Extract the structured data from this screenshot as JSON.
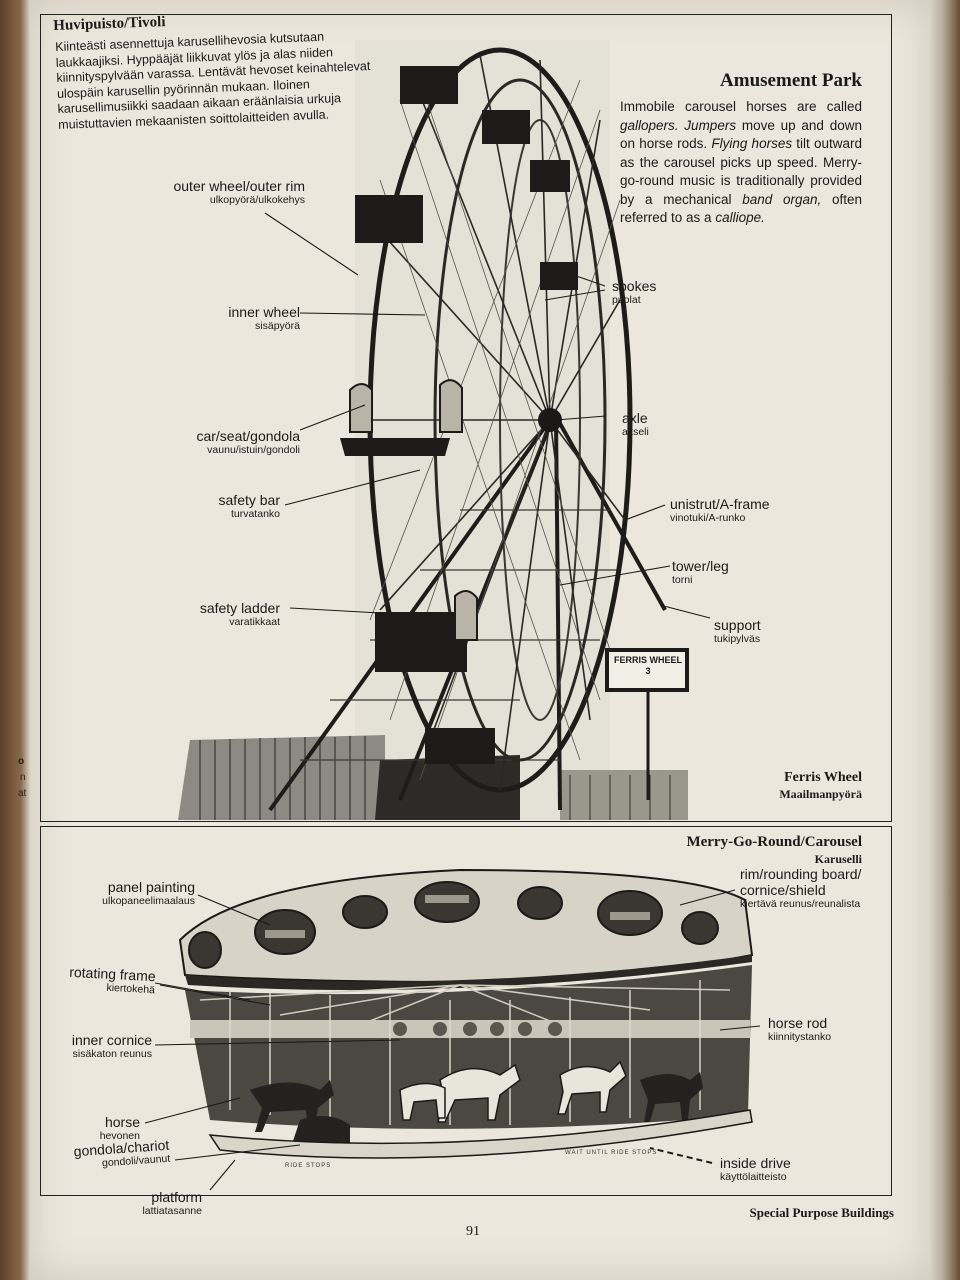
{
  "left_fragments": [
    "o",
    "n",
    "at"
  ],
  "finnish_section": {
    "heading": "Huvipuisto/Tivoli",
    "paragraph": "Kiinteästi asennettuja karusellihevosia kutsutaan laukkaajiksi. Hyppääjät liikkuvat ylös ja alas niiden kiinnityspylvään varassa. Lentävät hevoset keinahtelevat ulospäin karusellin pyörinnän mukaan. Iloinen karusellimusiikki saadaan aikaan eräänlaisia urkuja muistuttavien mekaanisten soittolaitteiden avulla."
  },
  "english_section": {
    "heading": "Amusement Park",
    "paragraph_parts": [
      {
        "text": "Immobile carousel horses are called ",
        "italic": false
      },
      {
        "text": "gallopers. Jumpers",
        "italic": true
      },
      {
        "text": " move up and down on horse rods. ",
        "italic": false
      },
      {
        "text": "Flying horses",
        "italic": true
      },
      {
        "text": " tilt outward as the carousel picks up speed. Merry-go-round music is traditionally provided by a mechanical ",
        "italic": false
      },
      {
        "text": "band organ,",
        "italic": true
      },
      {
        "text": " often referred to as a ",
        "italic": false
      },
      {
        "text": "calliope.",
        "italic": true
      }
    ]
  },
  "ferris_labels": [
    {
      "en": "outer wheel/outer rim",
      "fi": "ulkopyörä/ulkokehys"
    },
    {
      "en": "inner wheel",
      "fi": "sisäpyörä"
    },
    {
      "en": "car/seat/gondola",
      "fi": "vaunu/istuin/gondoli"
    },
    {
      "en": "safety bar",
      "fi": "turvatanko"
    },
    {
      "en": "safety ladder",
      "fi": "varatikkaat"
    },
    {
      "en": "spokes",
      "fi": "puolat"
    },
    {
      "en": "axle",
      "fi": "akseli"
    },
    {
      "en": "unistrut/A-frame",
      "fi": "vinotuki/A-runko"
    },
    {
      "en": "tower/leg",
      "fi": "torni"
    },
    {
      "en": "support",
      "fi": "tukipylväs"
    }
  ],
  "ferris_sign": {
    "line1": "FERRIS WHEEL",
    "line2": "3"
  },
  "ferris_caption": {
    "en": "Ferris Wheel",
    "fi": "Maailmanpyörä"
  },
  "carousel_caption": {
    "en": "Merry-Go-Round/Carousel",
    "fi": "Karuselli"
  },
  "carousel_labels": [
    {
      "en": "panel painting",
      "fi": "ulkopaneelimaalaus"
    },
    {
      "en": "rotating frame",
      "fi": "kiertokehä"
    },
    {
      "en": "inner cornice",
      "fi": "sisäkaton reunus"
    },
    {
      "en": "horse",
      "fi": "hevonen"
    },
    {
      "en": "gondola/chariot",
      "fi": "gondoli/vaunut"
    },
    {
      "en": "platform",
      "fi": "lattiatasanne"
    },
    {
      "en": "rim/rounding board/ cornice/shield",
      "fi": "kiertävä reunus/reunalista"
    },
    {
      "en": "horse rod",
      "fi": "kiinnitystanko"
    },
    {
      "en": "inside drive",
      "fi": "käyttölaitteisto"
    }
  ],
  "platform_text": {
    "left": "RIDE STOPS",
    "right": "WAIT UNTIL RIDE STOPS"
  },
  "page_number": "91",
  "section_title": "Special Purpose Buildings"
}
